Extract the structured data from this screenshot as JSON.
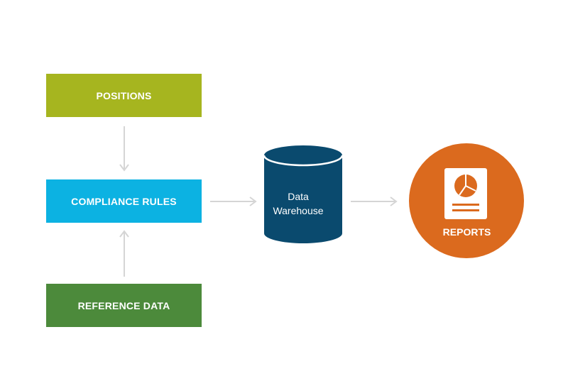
{
  "nodes": {
    "positions": {
      "label": "POSITIONS",
      "color": "#a6b51f"
    },
    "compliance_rules": {
      "label": "COMPLIANCE RULES",
      "color": "#0cb2e2"
    },
    "reference_data": {
      "label": "REFERENCE DATA",
      "color": "#4c8a3b"
    },
    "data_warehouse": {
      "label_line1": "Data",
      "label_line2": "Warehouse",
      "color": "#0a4a6e"
    },
    "reports": {
      "label": "REPORTS",
      "color": "#db6a1e"
    }
  },
  "edges": [
    {
      "from": "positions",
      "to": "compliance_rules"
    },
    {
      "from": "reference_data",
      "to": "compliance_rules"
    },
    {
      "from": "compliance_rules",
      "to": "data_warehouse"
    },
    {
      "from": "data_warehouse",
      "to": "reports"
    }
  ],
  "icons": {
    "reports": "report-document-pie-chart-icon",
    "warehouse": "database-cylinder-icon"
  },
  "arrow_color": "#d5d5d5"
}
